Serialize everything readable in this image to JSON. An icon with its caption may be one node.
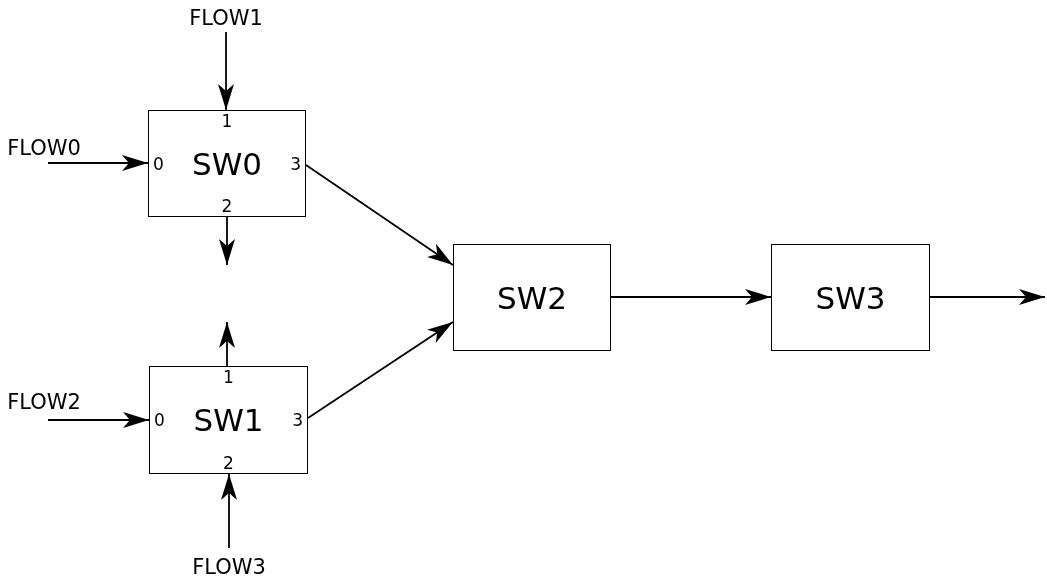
{
  "diagram": {
    "nodes": [
      {
        "text": [
          "FLOW1"
        ]
      },
      {
        "text": [
          "FLOW0"
        ]
      },
      {
        "text": [
          "1",
          "0",
          "SW0",
          "3",
          "2"
        ]
      },
      {
        "text": [
          "FLOW2"
        ]
      },
      {
        "text": [
          "1",
          "0",
          "SW1",
          "3",
          "2"
        ]
      },
      {
        "text": [
          "FLOW3"
        ]
      },
      {
        "text": [
          "SW2"
        ]
      },
      {
        "text": [
          "SW3"
        ]
      }
    ],
    "edges": [
      {
        "from": 0,
        "to": 2,
        "arrow": "to"
      },
      {
        "from": 1,
        "to": 2,
        "arrow": "to"
      },
      {
        "from": 2,
        "to": null,
        "arrow": "to"
      },
      {
        "from": 4,
        "to": null,
        "arrow": "to"
      },
      {
        "from": 3,
        "to": 4,
        "arrow": "to"
      },
      {
        "from": 5,
        "to": 4,
        "arrow": "to"
      },
      {
        "from": 2,
        "to": 6,
        "arrow": "to"
      },
      {
        "from": 4,
        "to": 6,
        "arrow": "to"
      },
      {
        "from": 6,
        "to": 7,
        "arrow": "to"
      },
      {
        "from": 7,
        "to": null,
        "arrow": "to"
      }
    ]
  }
}
